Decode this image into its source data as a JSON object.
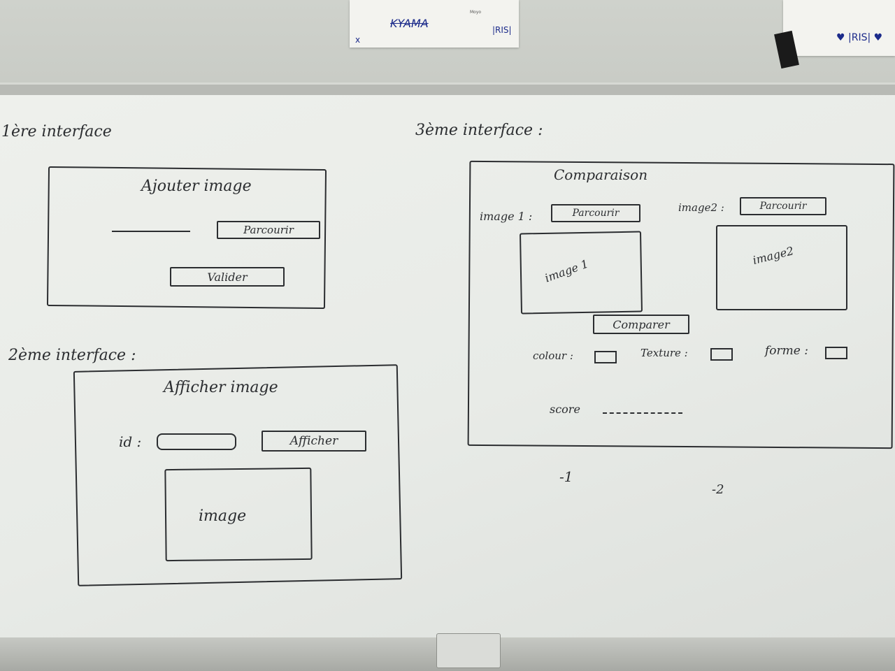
{
  "papers": {
    "left_note": {
      "marker": "x",
      "scribble": "KYAMA",
      "small_text": "Moyo",
      "brand": "|RIS|"
    },
    "right_note": {
      "brand": "♥ |RIS| ♥"
    }
  },
  "interface1": {
    "heading": "1ère interface",
    "title": "Ajouter image",
    "browse": "Parcourir",
    "validate": "Valider"
  },
  "interface2": {
    "heading": "2ème interface :",
    "title": "Afficher image",
    "id_label": "id :",
    "show": "Afficher",
    "image": "image"
  },
  "interface3": {
    "heading": "3ème interface :",
    "title": "Comparaison",
    "image1_label": "image 1 :",
    "image2_label": "image2 :",
    "browse1": "Parcourir",
    "browse2": "Parcourir",
    "image1": "image 1",
    "image2": "image2",
    "compare": "Comparer",
    "colour": "colour :",
    "texture": "Texture :",
    "forme": "forme :",
    "score": "score"
  },
  "notes": {
    "n1": "-1",
    "n2": "-2"
  }
}
